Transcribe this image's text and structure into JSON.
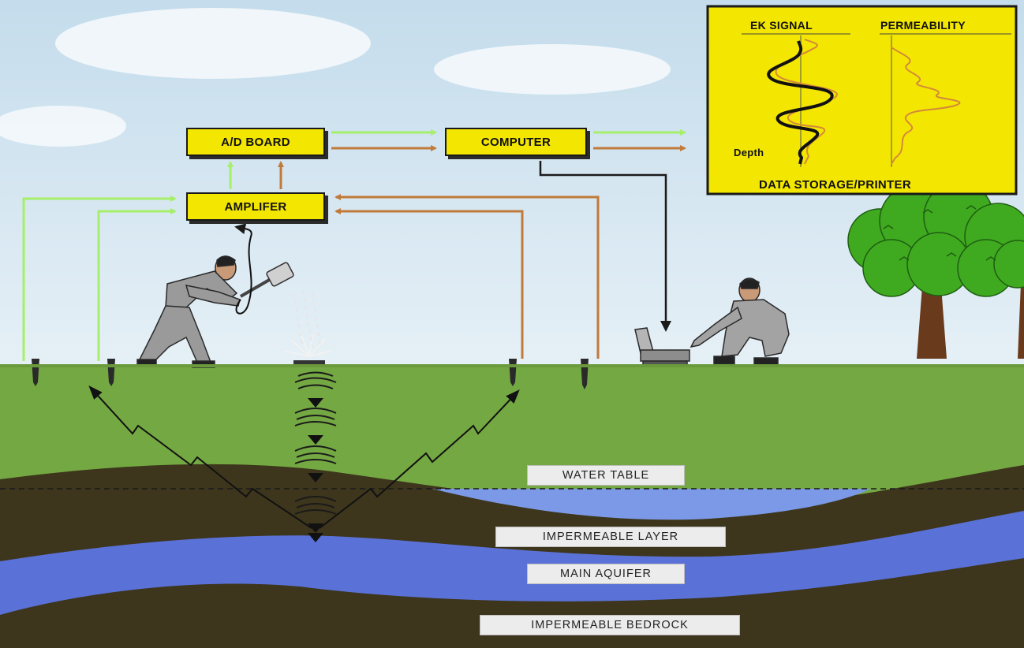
{
  "boxes": {
    "ad_board": "A/D BOARD",
    "computer": "COMPUTER",
    "amplifier": "AMPLIFER"
  },
  "panel": {
    "ek_signal": "EK SIGNAL",
    "permeability": "PERMEABILITY",
    "depth": "Depth",
    "footer": "DATA STORAGE/PRINTER"
  },
  "layers": {
    "water_table": "WATER TABLE",
    "impermeable_layer": "IMPERMEABLE LAYER",
    "main_aquifer": "MAIN AQUIFER",
    "impermeable_bedrock": "IMPERMEABLE BEDROCK"
  },
  "colors": {
    "sky": "#cfe3f0",
    "grass": "#74a843",
    "dark_soil": "#3d351c",
    "water": "#5a72d8",
    "box_yellow": "#f3e600",
    "green_arrow": "#a6ef6a",
    "orange_arrow": "#c07a3a"
  }
}
